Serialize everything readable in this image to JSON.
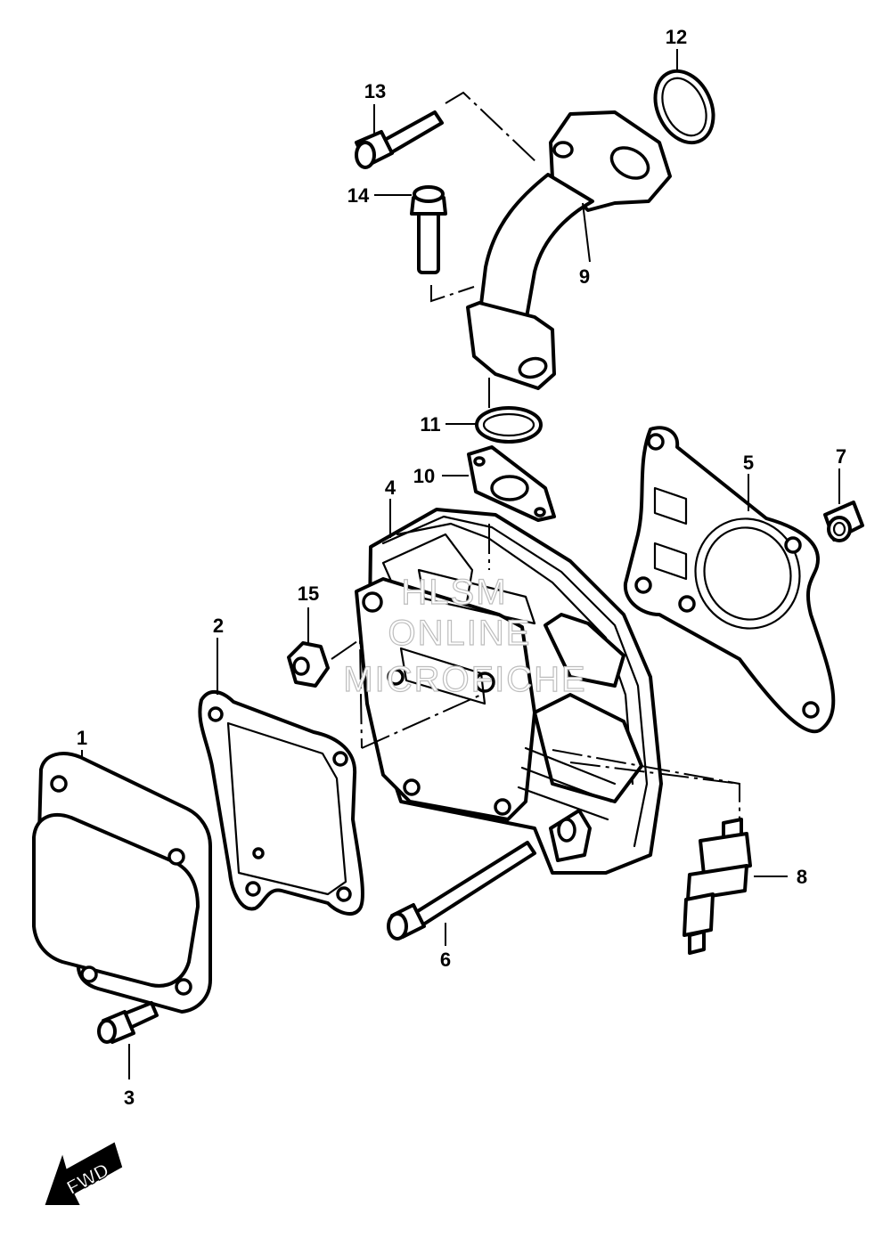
{
  "diagram": {
    "callouts": [
      "1",
      "2",
      "3",
      "4",
      "5",
      "6",
      "7",
      "8",
      "9",
      "10",
      "11",
      "12",
      "13",
      "14",
      "15"
    ],
    "watermark": [
      "HLSM",
      "ONLINE",
      "MICROFICHE"
    ],
    "fwd_label": "FWD"
  }
}
